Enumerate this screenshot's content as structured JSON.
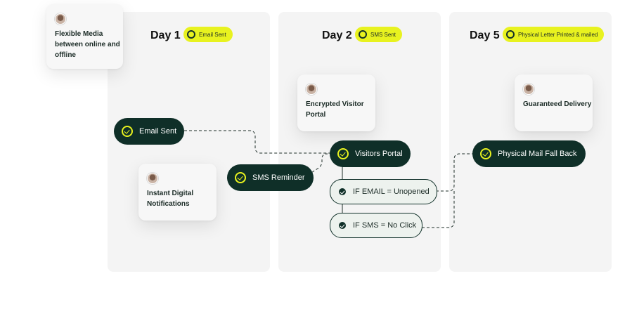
{
  "floating_card": {
    "label": "Flexible Media between online and offline"
  },
  "columns": [
    {
      "day": "Day 1",
      "badge": "Email Sent",
      "card": "Instant Digital Notifications",
      "pills": [
        "Email Sent",
        "SMS Reminder"
      ]
    },
    {
      "day": "Day 2",
      "badge": "SMS Sent",
      "card": "Encrypted Visitor Portal",
      "pills": [
        "Visitors Portal"
      ],
      "conditions": [
        "IF EMAIL = Unopened",
        "IF SMS = No Click"
      ]
    },
    {
      "day": "Day 5",
      "badge": "Physical Letter Printed & mailed",
      "card": "Guaranteed Delivery",
      "pills": [
        "Physical Mail Fall Back"
      ]
    }
  ],
  "colors": {
    "accent_yellow": "#e8f21f",
    "dark_green": "#0f2f28",
    "column_bg": "#f4f4f4"
  },
  "icons": [
    "check-circle-icon",
    "avatar-photo"
  ]
}
